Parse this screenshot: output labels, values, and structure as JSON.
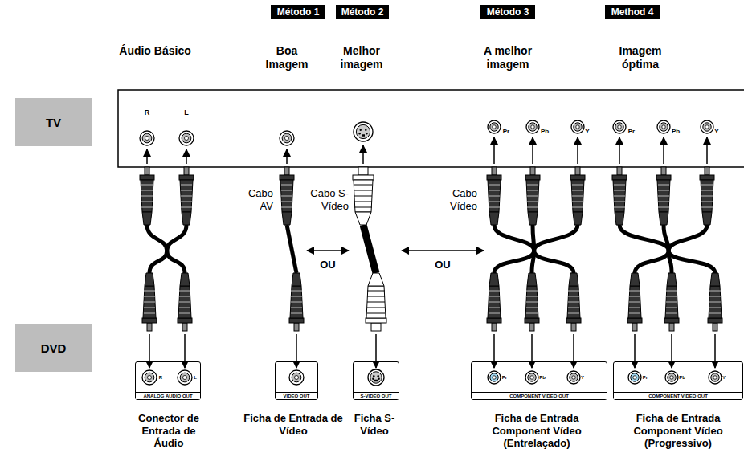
{
  "diagram": {
    "nodes": [
      {
        "text": [
          "Método 1"
        ]
      },
      {
        "text": [
          "Método 2"
        ]
      },
      {
        "text": [
          "Método 3"
        ]
      },
      {
        "text": [
          "Method 4"
        ]
      },
      {
        "text": [
          "TV"
        ]
      },
      {
        "text": [
          "DVD"
        ]
      },
      {
        "text": [
          "ANALOG AUDIO OUT"
        ]
      },
      {
        "text": [
          "VIDEO OUT"
        ]
      },
      {
        "text": [
          "S-VIDEO OUT"
        ]
      },
      {
        "text": [
          "COMPONENT VIDEO OUT"
        ]
      },
      {
        "text": [
          "COMPONENT VIDEO OUT"
        ]
      }
    ],
    "labels": [
      "Áudio Básico",
      "Boa Imagem",
      "Melhor imagem",
      "A melhor imagem",
      "Imagem óptima",
      "R",
      "L",
      "Pr",
      "Pb",
      "Y",
      "Pr",
      "Pb",
      "Y",
      "Cabo AV",
      "Cabo S-Vídeo",
      "Cabo Vídeo",
      "OU",
      "OU",
      "R",
      "L",
      "Pr",
      "Pb",
      "Y",
      "Pr",
      "Pb",
      "Y",
      "Conector de Entrada de Áudio",
      "Ficha de Entrada de Vídeo",
      "Ficha S-Vídeo",
      "Ficha de Entrada Component Vídeo (Entrelaçado)",
      "Ficha de Entrada Component Vídeo (Progressivo)"
    ]
  }
}
